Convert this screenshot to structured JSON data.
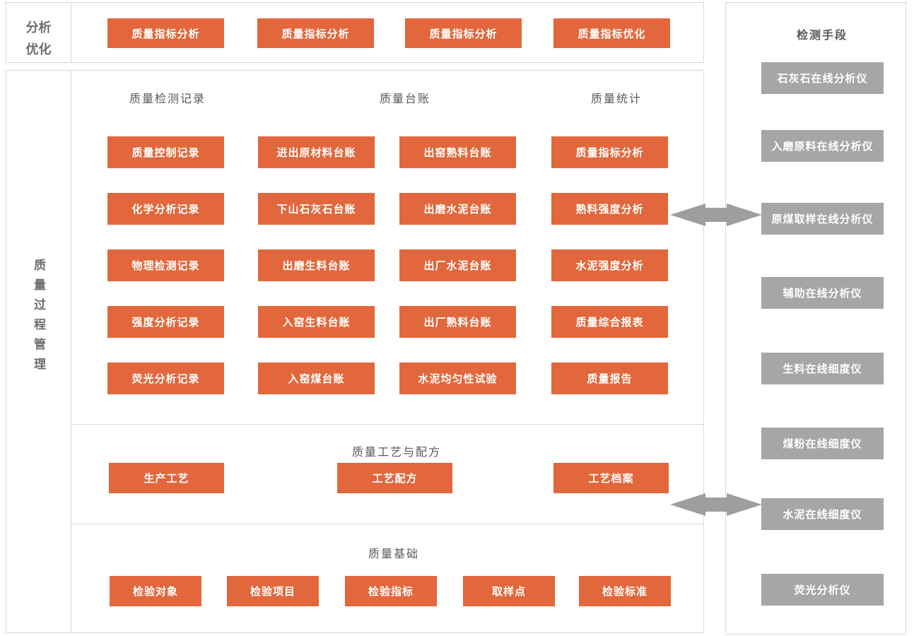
{
  "colors": {
    "accent_orange": "#E2673C",
    "box_gray": "#A6A6A6",
    "arrow_gray": "#9E9E9E",
    "border": "#D9D9D9",
    "heading_text": "#595959",
    "label_text": "#6E6E6E"
  },
  "analysis_panel": {
    "label_line1": "分析",
    "label_line2": "优化",
    "buttons": [
      "质量指标分析",
      "质量指标分析",
      "质量指标分析",
      "质量指标优化"
    ]
  },
  "process_panel": {
    "label": "质量过程管理",
    "records": {
      "header_records": "质量检测记录",
      "header_ledger": "质量台账",
      "header_stats": "质量统计",
      "col_records": [
        "质量控制记录",
        "化学分析记录",
        "物理检测记录",
        "强度分析记录",
        "荧光分析记录"
      ],
      "col_ledger_a": [
        "进出原材料台账",
        "下山石灰石台账",
        "出磨生料台账",
        "入窑生料台账",
        "入窑煤台账"
      ],
      "col_ledger_b": [
        "出窑熟料台账",
        "出磨水泥台账",
        "出厂水泥台账",
        "出厂熟料台账",
        "水泥均匀性试验"
      ],
      "col_stats": [
        "质量指标分析",
        "熟料强度分析",
        "水泥强度分析",
        "质量综合报表",
        "质量报告"
      ]
    },
    "recipe": {
      "header": "质量工艺与配方",
      "buttons": [
        "生产工艺",
        "工艺配方",
        "工艺档案"
      ]
    },
    "basics": {
      "header": "质量基础",
      "buttons": [
        "检验对象",
        "检验项目",
        "检验指标",
        "取样点",
        "检验标准"
      ]
    }
  },
  "detection_panel": {
    "header": "检测手段",
    "items": [
      "石灰石在线分析仪",
      "入磨原料在线分析仪",
      "原煤取样在线分析仪",
      "辅助在线分析仪",
      "生料在线细度仪",
      "煤粉在线细度仪",
      "水泥在线细度仪",
      "荧光分析仪"
    ]
  }
}
